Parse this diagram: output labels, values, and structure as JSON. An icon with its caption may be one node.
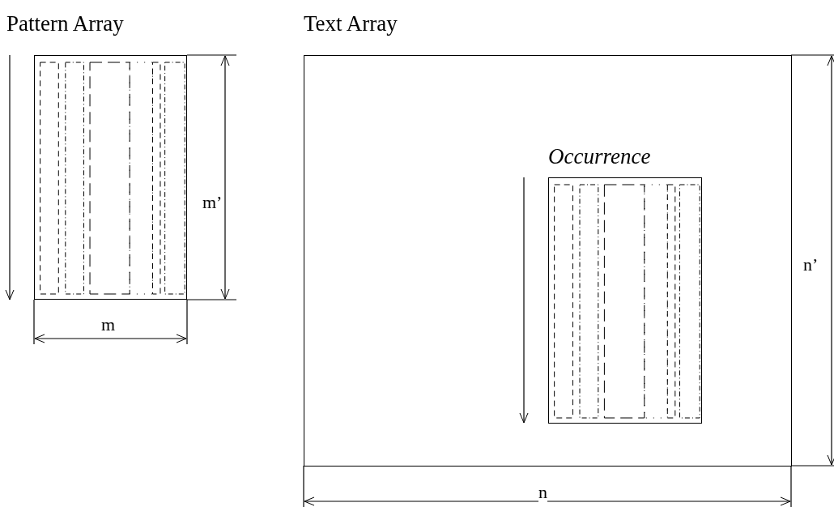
{
  "diagram": {
    "nodes": [
      {
        "text": [
          "Pattern Array"
        ]
      },
      {
        "text": [
          "Text Array"
        ]
      },
      {
        "text": [
          "Occurrence"
        ],
        "in": 1
      }
    ],
    "labels": [
      "m’",
      "m",
      "n’",
      "n"
    ]
  }
}
